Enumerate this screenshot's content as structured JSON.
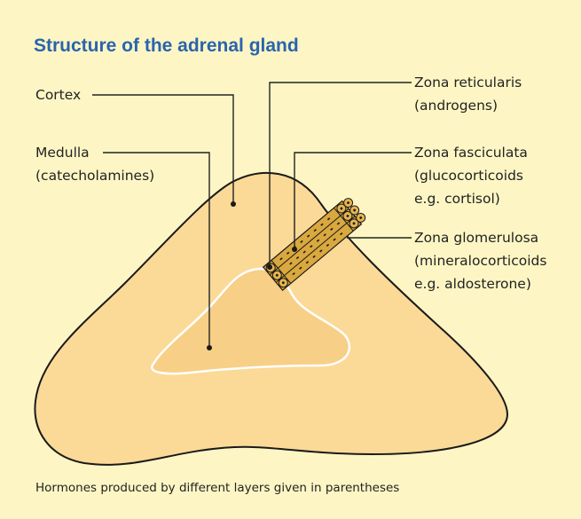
{
  "title": "Structure of the adrenal gland",
  "labels": {
    "cortex": "Cortex",
    "medulla": "Medulla",
    "medulla_hormone": "(catecholamines)",
    "reticularis": "Zona reticularis",
    "reticularis_hormone": "(androgens)",
    "fasciculata": "Zona fasciculata",
    "fasciculata_hormone_1": "(glucocorticoids",
    "fasciculata_hormone_2": "e.g. cortisol)",
    "glomerulosa": "Zona glomerulosa",
    "glomerulosa_hormone_1": "(mineralocorticoids",
    "glomerulosa_hormone_2": "e.g. aldosterone)"
  },
  "caption": "Hormones produced by different layers given in parentheses",
  "colors": {
    "background": "#fdf6c4",
    "title": "#2a64ad",
    "cortex_fill": "#fbd997",
    "medulla_fill": "#f8cf86",
    "outline": "#1a1a1a",
    "cell_fill": "#d9a83e",
    "leader_line": "#222222"
  }
}
